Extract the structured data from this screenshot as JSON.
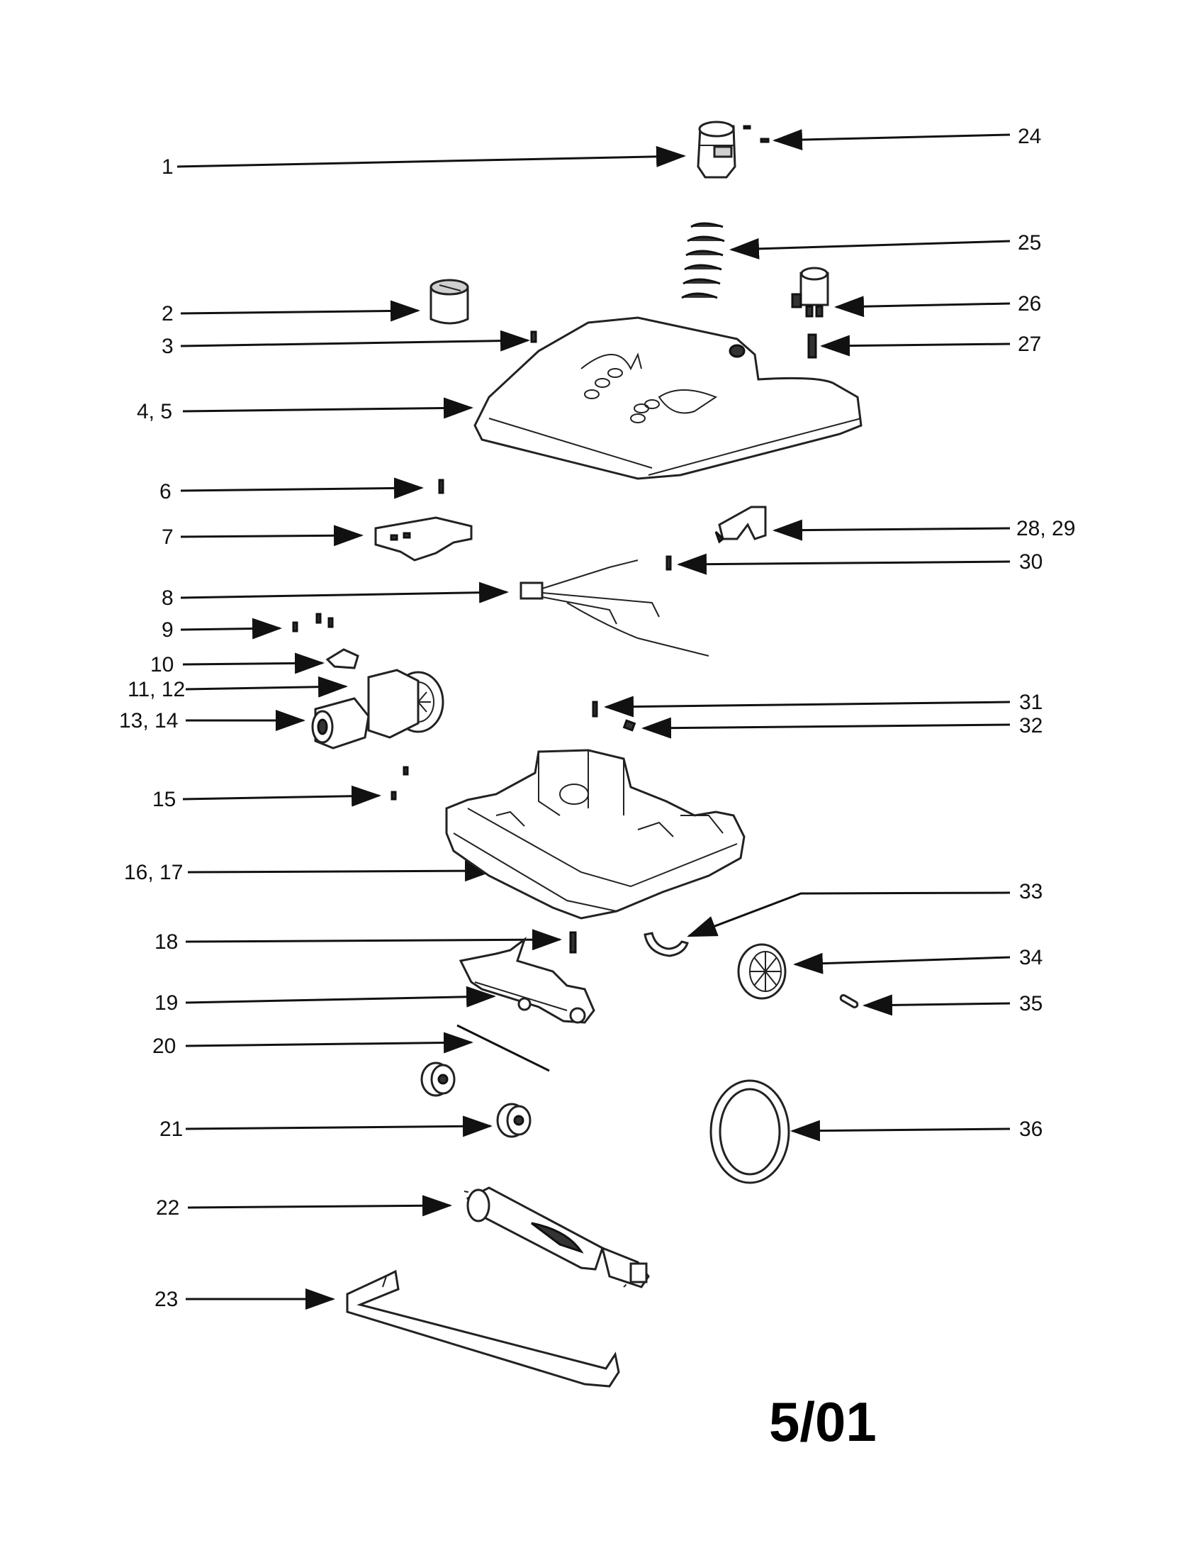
{
  "labels": {
    "l1": "1",
    "l2": "2",
    "l3": "3",
    "l4_5": "4, 5",
    "l6": "6",
    "l7": "7",
    "l8": "8",
    "l9": "9",
    "l10": "10",
    "l11_12": "11, 12",
    "l13_14": "13, 14",
    "l15": "15",
    "l16_17": "16, 17",
    "l18": "18",
    "l19": "19",
    "l20": "20",
    "l21": "21",
    "l22": "22",
    "l23": "23",
    "l24": "24",
    "l25": "25",
    "l26": "26",
    "l27": "27",
    "l28_29": "28, 29",
    "l30": "30",
    "l31": "31",
    "l32": "32",
    "l33": "33",
    "l34": "34",
    "l35": "35",
    "l36": "36"
  },
  "date_code": "5/01"
}
